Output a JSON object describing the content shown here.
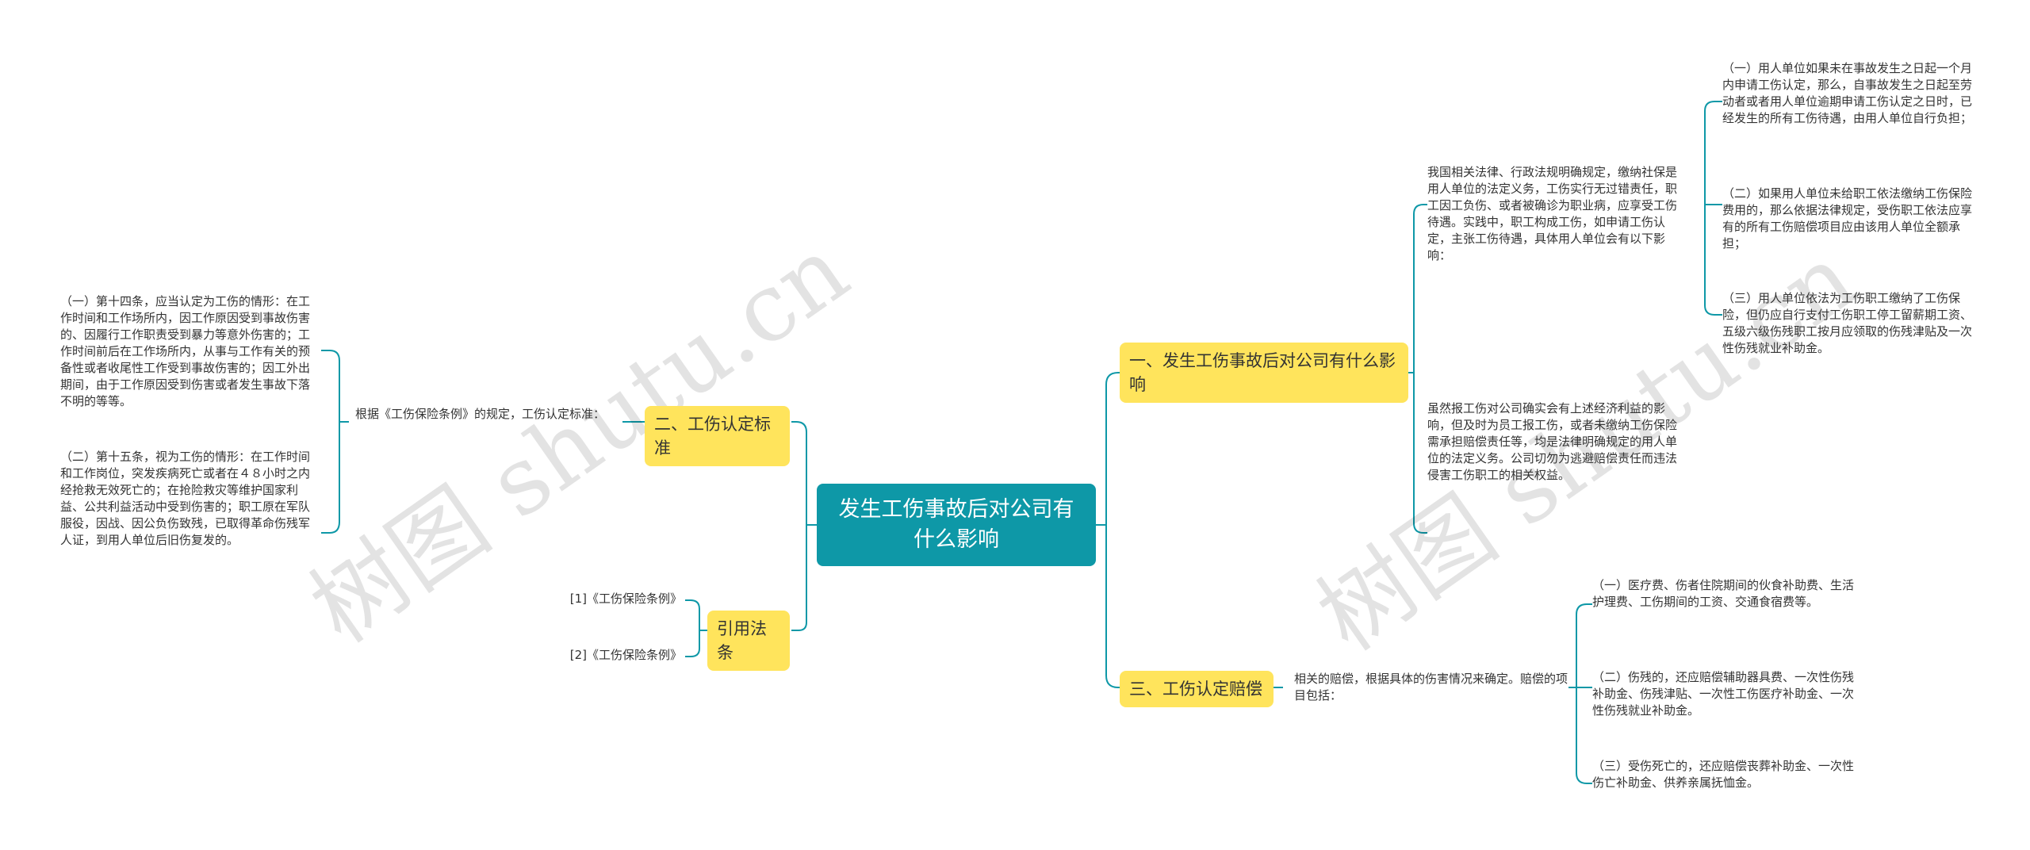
{
  "root": {
    "title": "发生工伤事故后对公司有什么影响"
  },
  "branches": {
    "b1": {
      "label": "一、发生工伤事故后对公司有什么影响",
      "intro": "我国相关法律、行政法规明确规定，缴纳社保是用人单位的法定义务，工伤实行无过错责任，职工因工负伤、或者被确诊为职业病，应享受工伤待遇。实践中，职工构成工伤，如申请工伤认定，主张工伤待遇，具体用人单位会有以下影响：",
      "items": [
        "（一）用人单位如果未在事故发生之日起一个月内申请工伤认定，那么，自事故发生之日起至劳动者或者用人单位逾期申请工伤认定之日时，已经发生的所有工伤待遇，由用人单位自行负担；",
        "（二）如果用人单位未给职工依法缴纳工伤保险费用的，那么依据法律规定，受伤职工依法应享有的所有工伤赔偿项目应由该用人单位全额承担；",
        "（三）用人单位依法为工伤职工缴纳了工伤保险，但仍应自行支付工伤职工停工留薪期工资、五级六级伤残职工按月应领取的伤残津贴及一次性伤残就业补助金。"
      ],
      "conclusion": "虽然报工伤对公司确实会有上述经济利益的影响，但及时为员工报工伤，或者未缴纳工伤保险需承担赔偿责任等，均是法律明确规定的用人单位的法定义务。公司切勿为逃避赔偿责任而违法侵害工伤职工的相关权益。"
    },
    "b2": {
      "label": "二、工伤认定标准",
      "intro": "根据《工伤保险条例》的规定，工伤认定标准：",
      "items": [
        "（一）第十四条，应当认定为工伤的情形：在工作时间和工作场所内，因工作原因受到事故伤害的、因履行工作职责受到暴力等意外伤害的；工作时间前后在工作场所内，从事与工作有关的预备性或者收尾性工作受到事故伤害的；因工外出期间，由于工作原因受到伤害或者发生事故下落不明的等等。",
        "（二）第十五条，视为工伤的情形：在工作时间和工作岗位，突发疾病死亡或者在４８小时之内经抢救无效死亡的；在抢险救灾等维护国家利益、公共利益活动中受到伤害的；职工原在军队服役，因战、因公负伤致残，已取得革命伤残军人证，到用人单位后旧伤复发的。"
      ]
    },
    "b3": {
      "label": "三、工伤认定赔偿",
      "intro": "相关的赔偿，根据具体的伤害情况来确定。赔偿的项目包括：",
      "items": [
        "（一）医疗费、伤者住院期间的伙食补助费、生活护理费、工伤期间的工资、交通食宿费等。",
        "（二）伤残的，还应赔偿辅助器具费、一次性伤残补助金、伤残津贴、一次性工伤医疗补助金、一次性伤残就业补助金。",
        "（三）受伤死亡的，还应赔偿丧葬补助金、一次性伤亡补助金、供养亲属抚恤金。"
      ]
    },
    "b4": {
      "label": "引用法条",
      "items": [
        "[1]《工伤保险条例》",
        "[2]《工伤保险条例》"
      ]
    }
  },
  "watermarks": [
    "树图 shutu.cn",
    "树图 shutu.cn"
  ],
  "colors": {
    "root": "#0e98a7",
    "topic": "#ffe45c",
    "line": "#0e98a7",
    "text": "#333333"
  }
}
